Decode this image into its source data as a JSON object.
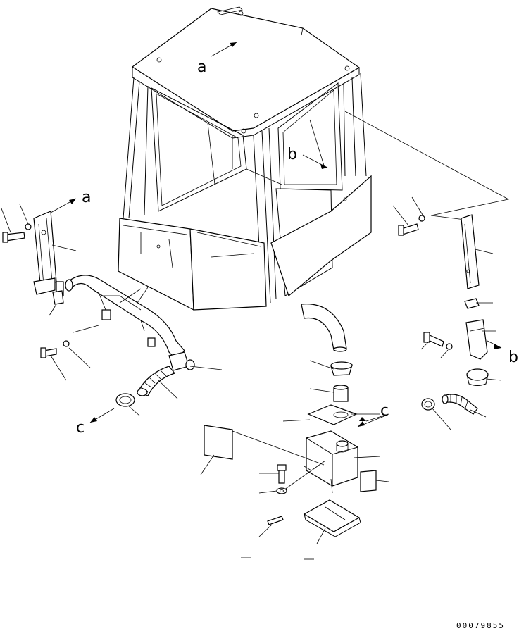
{
  "diagram": {
    "labels": {
      "a_top": "a",
      "a_left": "a",
      "b_cab": "b",
      "b_right": "b",
      "c_left": "c",
      "c_center": "c"
    },
    "catalog_number": "00079855"
  }
}
